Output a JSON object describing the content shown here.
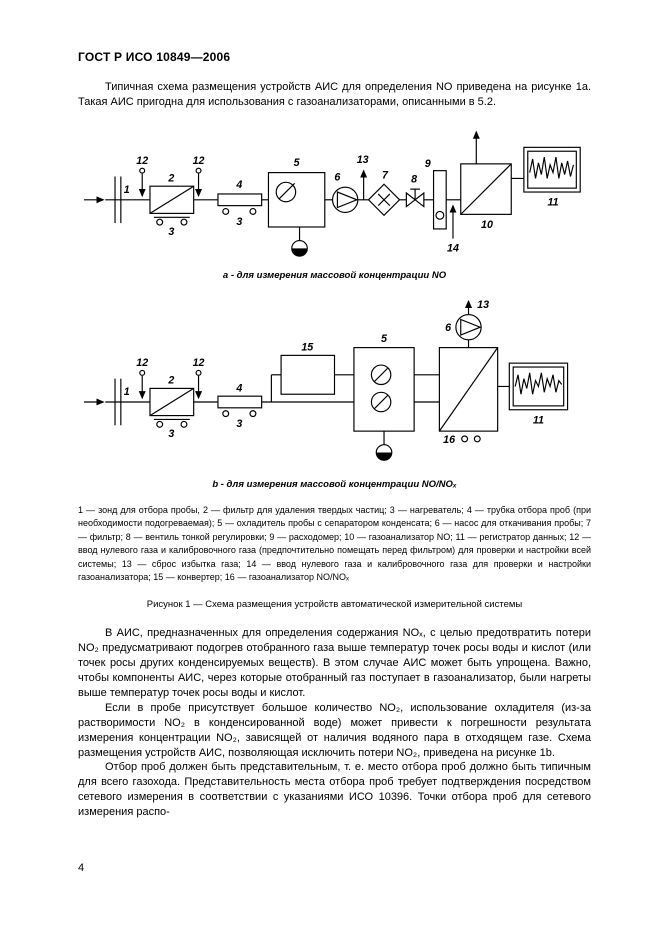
{
  "header": {
    "doc_number": "ГОСТ Р ИСО 10849—2006"
  },
  "intro": "Типичная схема размещения устройств АИС для определения NO приведена на рисунке 1а. Такая АИС пригодна для использования с газоанализаторами, описанными в 5.2.",
  "figure": {
    "caption_a": "а - для измерения массовой концентрации NO",
    "caption_b": "b - для измерения массовой концентрации NO/NOₓ",
    "legend": "1 — зонд для отбора пробы, 2 — фильтр для удаления твердых частиц; 3 — нагреватель; 4 — трубка отбора проб (при необходимости подогреваемая); 5 — охладитель пробы с сепаратором конденсата; 6 — насос для откачивания пробы; 7 — фильтр; 8 — вентиль тонкой регулировки; 9 — расходомер; 10 — газоанализатор NO; 11 — регистратор данных; 12 — ввод нулевого газа и калибровочного газа (предпочтительно помещать перед фильтром) для проверки и настройки всей системы; 13 — сброс избытка газа; 14 — ввод нулевого газа и калибровочного газа для проверки и настройки газоанализатора; 15 — конвертер; 16 — газоанализатор NO/NOₓ",
    "title": "Рисунок 1 — Схема размещения устройств автоматической измерительной системы"
  },
  "diagram_a": {
    "labels": {
      "n1": "1",
      "n2": "2",
      "n3a": "3",
      "n3b": "3",
      "n4": "4",
      "n5": "5",
      "n6": "6",
      "n7": "7",
      "n8": "8",
      "n9": "9",
      "n10": "10",
      "n11": "11",
      "n12a": "12",
      "n12b": "12",
      "n13": "13",
      "n14": "14"
    }
  },
  "diagram_b": {
    "labels": {
      "n1": "1",
      "n2": "2",
      "n3a": "3",
      "n3b": "3",
      "n4": "4",
      "n5": "5",
      "n6": "6",
      "n11": "11",
      "n12a": "12",
      "n12b": "12",
      "n13": "13",
      "n15": "15",
      "n16": "16"
    }
  },
  "body": {
    "p1": "В АИС, предназначенных для определения содержания NOₓ, с целью предотвратить потери NO₂ предусматривают подогрев отобранного газа выше температур точек росы воды и кислот (или точек росы других конденсируемых веществ). В этом случае АИС может быть упрощена. Важно, чтобы компоненты АИС, через которые отобранный газ поступает в газоанализатор, были нагреты выше температур точек росы воды и кислот.",
    "p2": "Если в пробе присутствует большое количество NO₂, использование охладителя (из-за растворимости NO₂ в конденсированной воде) может привести к погрешности результата измерения концентрации NO₂, зависящей от наличия водяного пара в отходящем газе. Схема размещения устройств АИС, позволяющая исключить потери NO₂, приведена на рисунке 1b.",
    "p3": "Отбор проб должен быть представительным, т. е. место отбора проб должно быть типичным для всего газохода. Представительность места отбора проб требует подтверждения посредством сетевого измерения в соответствии с указаниями ИСО 10396. Точки отбора проб для сетевого измерения распо-"
  },
  "footer": {
    "page_number": "4"
  }
}
